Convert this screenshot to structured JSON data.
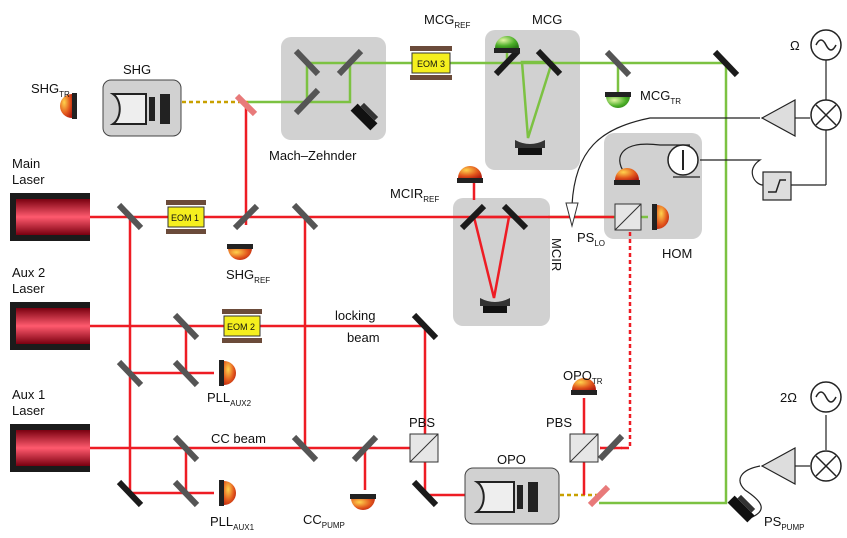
{
  "colors": {
    "red_beam": "#ee1c24",
    "green_beam": "#7cc242",
    "box_gray": "#d1d1d1",
    "laser_red": "#c8001c",
    "detector_red": "#cc2200",
    "detector_green": "#4caf28",
    "eom_yellow": "#f5ef1e"
  },
  "labels": {
    "shg_tr": {
      "main": "SHG",
      "sub": "TR"
    },
    "shg": "SHG",
    "mach_zehnder": "Mach–Zehnder",
    "mcg_ref": {
      "main": "MCG",
      "sub": "REF"
    },
    "mcg": "MCG",
    "mcg_tr": {
      "main": "MCG",
      "sub": "TR"
    },
    "eom3": "EOM 3",
    "omega": "Ω",
    "two_omega": "2Ω",
    "main_laser": [
      "Main",
      "Laser"
    ],
    "aux2_laser": [
      "Aux 2",
      "Laser"
    ],
    "aux1_laser": [
      "Aux 1",
      "Laser"
    ],
    "eom1": "EOM 1",
    "eom2": "EOM 2",
    "shg_ref": {
      "main": "SHG",
      "sub": "REF"
    },
    "mcir_ref": {
      "main": "MCIR",
      "sub": "REF"
    },
    "mcir": "MCIR",
    "ps_lo": {
      "main": "PS",
      "sub": "LO"
    },
    "hom": "HOM",
    "locking_beam": [
      "locking",
      "beam"
    ],
    "pll_aux2": {
      "main": "PLL",
      "sub": "AUX2"
    },
    "pll_aux1": {
      "main": "PLL",
      "sub": "AUX1"
    },
    "cc_beam": "CC beam",
    "pbs_left": "PBS",
    "pbs_right": "PBS",
    "opo_tr": {
      "main": "OPO",
      "sub": "TR"
    },
    "opo": "OPO",
    "cc_pump": {
      "main": "CC",
      "sub": "PUMP"
    },
    "ps_pump": {
      "main": "PS",
      "sub": "PUMP"
    }
  },
  "icons": [
    "laser-icon",
    "mirror-icon",
    "photodetector-icon",
    "eom-icon",
    "beam-splitter-icon",
    "sine-source-icon",
    "mixer-icon",
    "amplifier-icon",
    "filter-icon",
    "phase-shifter-icon",
    "cavity-icon"
  ]
}
